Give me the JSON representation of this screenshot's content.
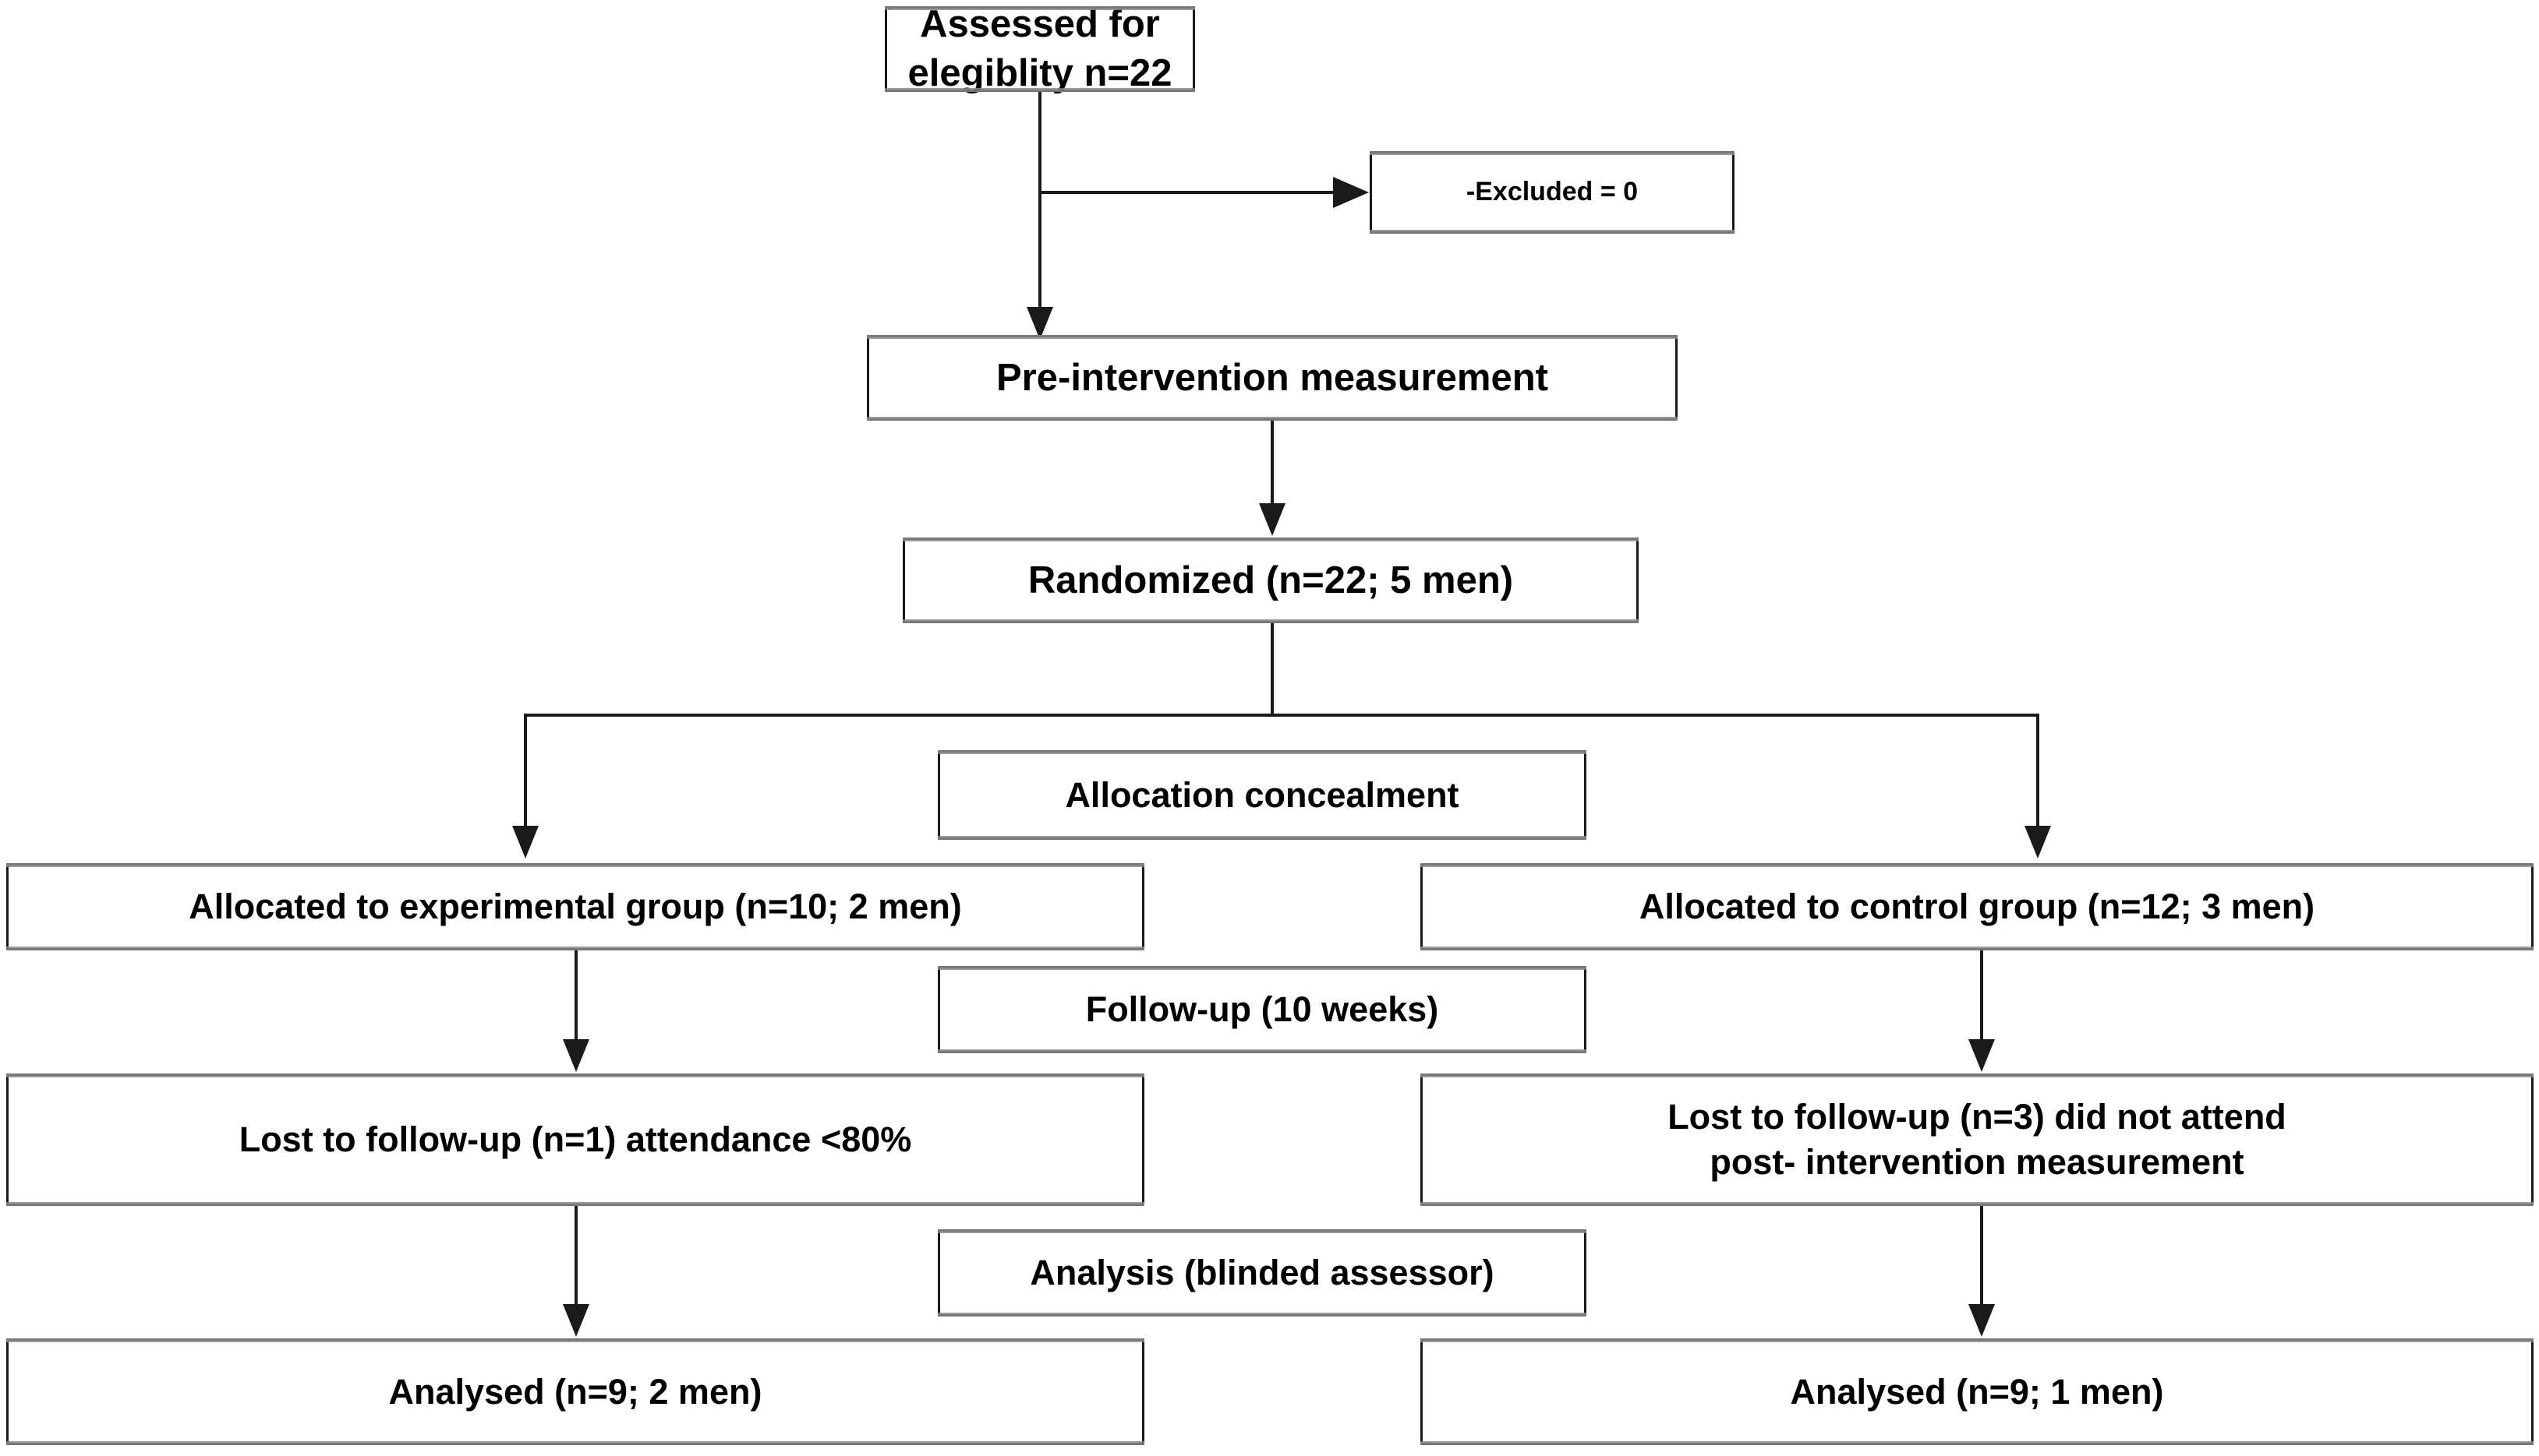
{
  "diagram": {
    "title": "CONSORT participant flow diagram",
    "colors": {
      "background": "#ffffff",
      "box_border": "#1a1a1a",
      "box_fill": "#ffffff",
      "connector": "#1a1a1a",
      "text": "#000000",
      "box_edge_shadow": "#8a8a8a"
    },
    "nodes": {
      "assessed": {
        "id": "assessed-for-eligibility",
        "label": "Assessed for elegiblity n=22",
        "n": 22
      },
      "excluded": {
        "id": "excluded",
        "label": "-Excluded = 0",
        "n": 0
      },
      "pre_intervention": {
        "id": "pre-intervention-measurement",
        "label": "Pre-intervention measurement"
      },
      "randomized": {
        "id": "randomized",
        "label": "Randomized (n=22; 5 men)",
        "n": 22,
        "men": 5
      },
      "allocation_concealment": {
        "id": "allocation-concealment",
        "label": "Allocation concealment"
      },
      "allocated_experimental": {
        "id": "allocated-experimental-group",
        "label": "Allocated to experimental group (n=10; 2 men)",
        "n": 10,
        "men": 2
      },
      "allocated_control": {
        "id": "allocated-control-group",
        "label": "Allocated to control group (n=12; 3 men)",
        "n": 12,
        "men": 3
      },
      "follow_up": {
        "id": "follow-up",
        "label": "Follow-up (10 weeks)",
        "weeks": 10
      },
      "lost_experimental": {
        "id": "lost-to-follow-up-experimental",
        "line1": "Lost to follow-up (n=1) attendance <80%",
        "line2": "",
        "n": 1
      },
      "lost_control": {
        "id": "lost-to-follow-up-control",
        "line1": "Lost to follow-up (n=3) did not attend",
        "line2": "post- intervention measurement",
        "n": 3
      },
      "analysis": {
        "id": "analysis-blinded-assessor",
        "label": "Analysis (blinded assessor)"
      },
      "analysed_experimental": {
        "id": "analysed-experimental",
        "label": "Analysed (n=9; 2 men)",
        "n": 9,
        "men": 2
      },
      "analysed_control": {
        "id": "analysed-control",
        "label": "Analysed (n=9; 1 men)",
        "n": 9,
        "men": 1
      }
    },
    "flow": [
      "assessed -> excluded",
      "assessed -> pre_intervention",
      "pre_intervention -> randomized",
      "randomized -> allocated_experimental",
      "randomized -> allocated_control",
      "allocated_experimental -> lost_experimental",
      "allocated_control -> lost_control",
      "lost_experimental -> analysed_experimental",
      "lost_control -> analysed_control"
    ]
  }
}
